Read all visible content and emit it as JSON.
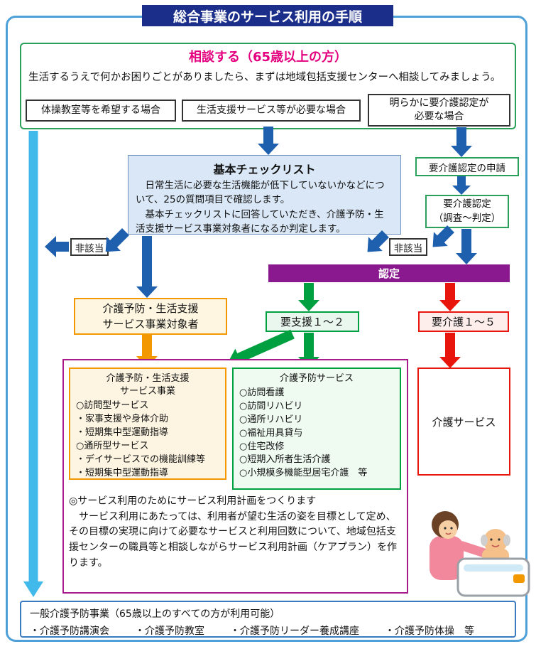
{
  "title": "総合事業のサービス利用の手順",
  "colors": {
    "title_bg": "#1b2f8a",
    "accent_magenta": "#e4007f",
    "nintei_purple": "#8a198f",
    "green": "#00a040",
    "red": "#e8150d",
    "orange": "#f39800",
    "blue_arrow": "#1e5fae",
    "cyan_arrow": "#41b9ea"
  },
  "consult": {
    "heading": "相談する（65歳以上の方）",
    "description": "生活するうえで何かお困りごとがありましたら、まずは地域包括支援センターへ相談してみましょう。",
    "options": [
      "体操教室等を希望する場合",
      "生活支援サービス等が必要な場合",
      "明らかに要介護認定が\n必要な場合"
    ]
  },
  "checklist": {
    "title": "基本チェックリスト",
    "body": "　日常生活に必要な生活機能が低下していないかなどについて、25の質問項目で確認します。\n　基本チェックリストに回答していただき、介護予防・生活支援サービス事業対象者になるか判定します。"
  },
  "application_label": "要介護認定の申請",
  "certification_label": "要介護認定\n（調査～判定）",
  "not_applicable": "非該当",
  "nintei_label": "認定",
  "target_label": "介護予防・生活支援\nサービス事業対象者",
  "yoshien_label": "要支援１～２",
  "yokaigo_label": "要介護１～５",
  "service_business": {
    "title": "介護予防・生活支援\nサービス事業",
    "items": [
      "○訪問型サービス",
      "・家事支援や身体介助",
      "・短期集中型運動指導",
      "○通所型サービス",
      "・デイサービスでの機能訓練等",
      "・短期集中型運動指導"
    ]
  },
  "prevention_services": {
    "title": "介護予防サービス",
    "items": [
      "○訪問看護",
      "○訪問リハビリ",
      "○通所リハビリ",
      "○福祉用具貸与",
      "○住宅改修",
      "○短期入所者生活介護",
      "○小規模多機能型居宅介護　等"
    ]
  },
  "care_service_label": "介護サービス",
  "plan_note": {
    "heading": "◎サービス利用のためにサービス利用計画をつくります",
    "body": "　サービス利用にあたっては、利用者が望む生活の姿を目標として定め、その目標の実現に向けて必要なサービスと利用回数について、地域包括支援センターの職員等と相談しながらサービス利用計画（ケアプラン）を作ります。"
  },
  "general_prevention": {
    "heading": "一般介護予防事業（65歳以上のすべての方が利用可能）",
    "items": [
      "・介護予防講演会",
      "・介護予防教室",
      "・介護予防リーダー養成講座",
      "・介護予防体操　等"
    ]
  }
}
